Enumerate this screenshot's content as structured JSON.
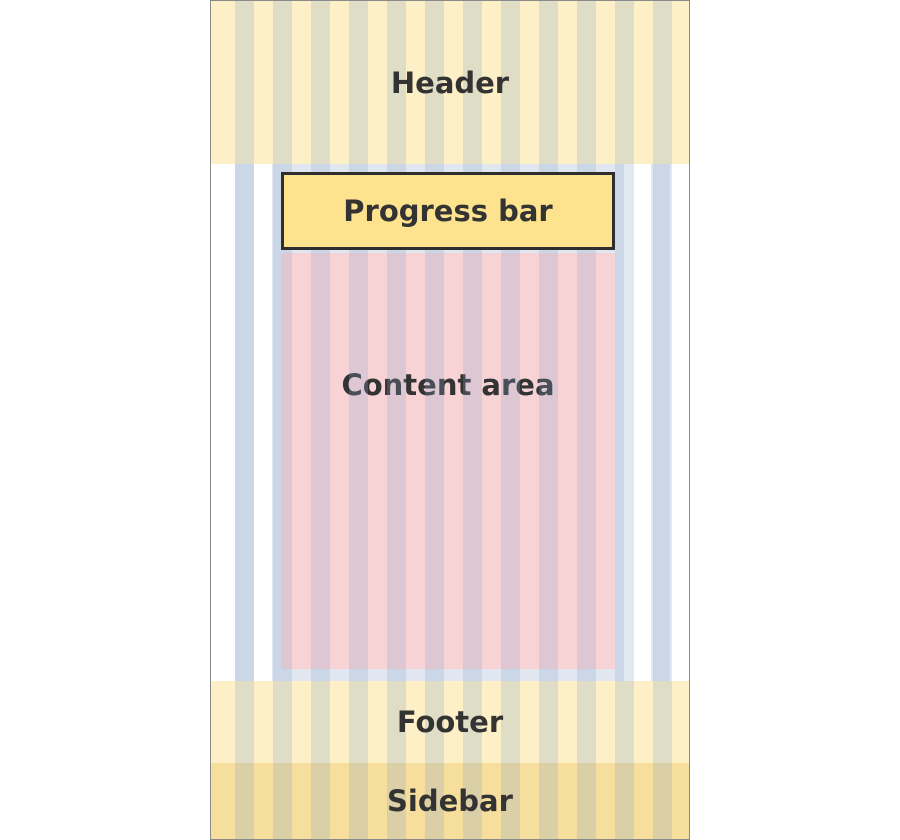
{
  "regions": {
    "header": "Header",
    "progress_bar": "Progress bar",
    "content_area": "Content area",
    "footer": "Footer",
    "sidebar": "Sidebar"
  },
  "colors": {
    "header_bg": "#fdf0c7",
    "progress_bg": "#fee38f",
    "content_bg": "#f8d3d6",
    "footer_bg": "#fdf0c7",
    "sidebar_bg": "#f6de9c",
    "grid_column": "#e0e7f1",
    "frame_border": "#8a8a8a"
  }
}
